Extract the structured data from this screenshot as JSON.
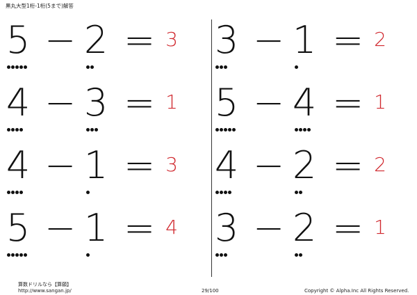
{
  "header": {
    "title": "黒丸大型1桁-1桁(5まで)解答"
  },
  "operators": {
    "minus": "−",
    "equals": "="
  },
  "problems": {
    "left": [
      {
        "a": "5",
        "b": "2",
        "answer": "3",
        "a_dots": 5,
        "b_dots": 2
      },
      {
        "a": "4",
        "b": "3",
        "answer": "1",
        "a_dots": 4,
        "b_dots": 3
      },
      {
        "a": "4",
        "b": "1",
        "answer": "3",
        "a_dots": 4,
        "b_dots": 1
      },
      {
        "a": "5",
        "b": "1",
        "answer": "4",
        "a_dots": 5,
        "b_dots": 1
      }
    ],
    "right": [
      {
        "a": "3",
        "b": "1",
        "answer": "2",
        "a_dots": 3,
        "b_dots": 1
      },
      {
        "a": "5",
        "b": "4",
        "answer": "1",
        "a_dots": 5,
        "b_dots": 4
      },
      {
        "a": "4",
        "b": "2",
        "answer": "2",
        "a_dots": 4,
        "b_dots": 2
      },
      {
        "a": "3",
        "b": "2",
        "answer": "1",
        "a_dots": 3,
        "b_dots": 2
      }
    ]
  },
  "footer": {
    "site_name": "算数ドリルなら【算願】",
    "url": "http://www.sangan.jp/",
    "page": "29/100",
    "copyright": "Copyright © Alpha.Inc All Rights Reserved."
  },
  "colors": {
    "answer": "#d0282e",
    "text": "#111111"
  }
}
